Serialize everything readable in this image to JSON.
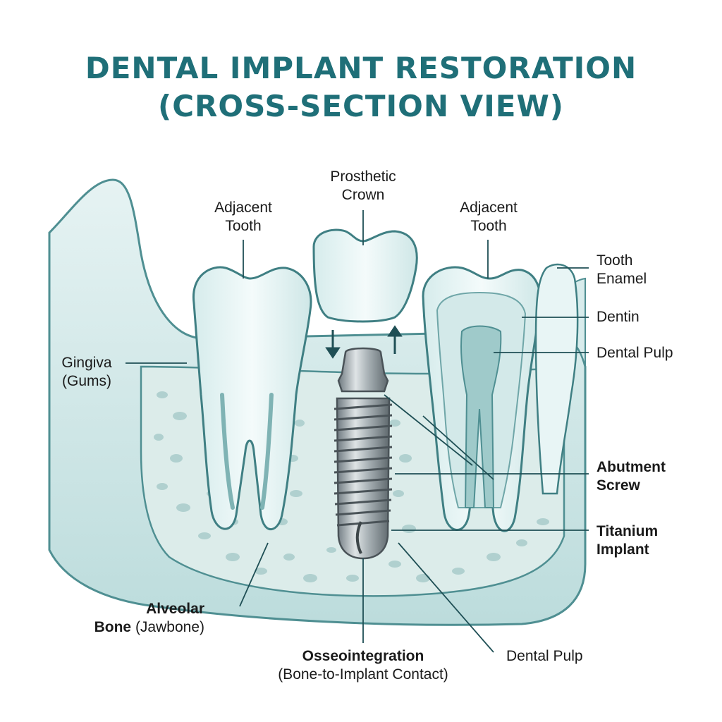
{
  "title": {
    "line1": "DENTAL IMPLANT RESTORATION",
    "line2": "(CROSS-SECTION VIEW)"
  },
  "labels": {
    "prosthetic_crown": [
      "Prosthetic",
      "Crown"
    ],
    "adjacent_tooth_left": [
      "Adjacent",
      "Tooth"
    ],
    "adjacent_tooth_right": [
      "Adjacent",
      "Tooth"
    ],
    "tooth_enamel": [
      "Tooth",
      "Enamel"
    ],
    "dentin": "Dentin",
    "dental_pulp_right": "Dental Pulp",
    "gingiva": [
      "Gingiva",
      "(Gums)"
    ],
    "abutment_screw": [
      "Abutment",
      "Screw"
    ],
    "titanium_implant": [
      "Titanium",
      "Implant"
    ],
    "alveolar_bone": [
      "Alveolar",
      "Bone",
      "(Jawbone)"
    ],
    "osseointegration": [
      "Osseointegration",
      "(Bone-to-Implant Contact)"
    ],
    "dental_pulp_bottom": "Dental Pulp"
  },
  "colors": {
    "title": "#1f6f78",
    "gum": "#cfe6e6",
    "gum_dark": "#8fbcbd",
    "bone": "#dcecea",
    "bone_spot": "#9cc4c3",
    "tooth": "#eaf6f6",
    "pulp": "#a7cfcf",
    "metal": "#9aa3a8",
    "line": "#1f4f55"
  }
}
